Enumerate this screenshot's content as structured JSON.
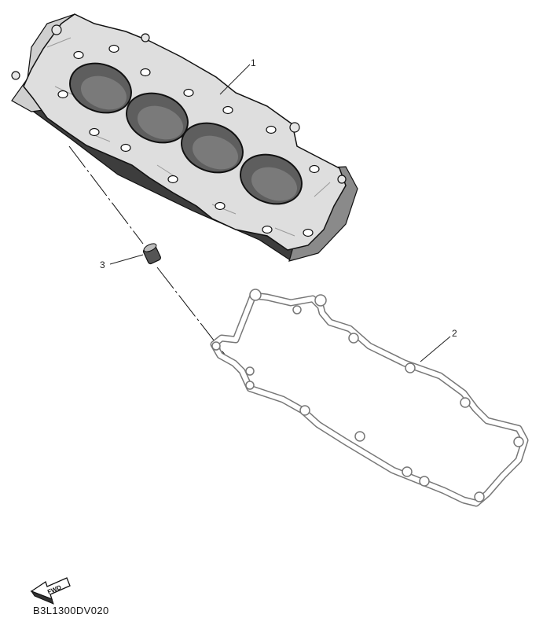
{
  "callouts": [
    {
      "number": "1",
      "part": "cylinder"
    },
    {
      "number": "2",
      "part": "gasket"
    },
    {
      "number": "3",
      "part": "dowel-pin"
    }
  ],
  "fwd_label": "FWD",
  "diagram_code": "B3L1300DV020",
  "colors": {
    "line": "#222222",
    "body_fill": "#dcdcdc",
    "bore": "#6c6c6c",
    "gasket": "#999999"
  }
}
